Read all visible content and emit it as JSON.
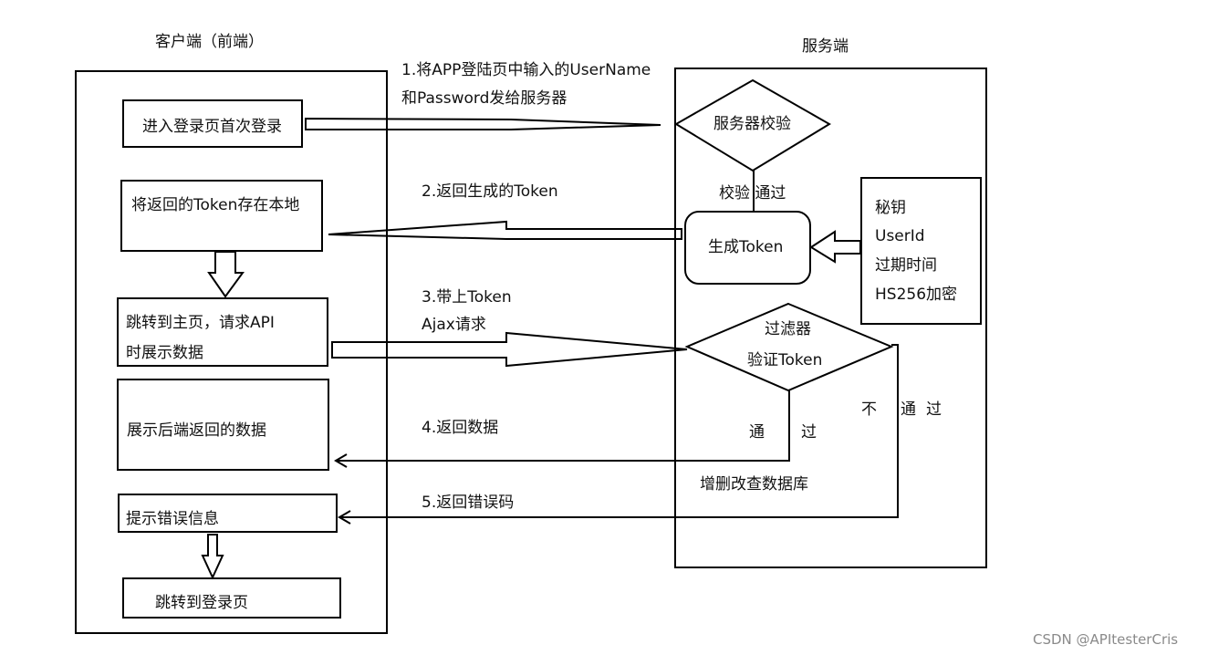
{
  "client_title": "客户端（前端）",
  "server_title": "服务端",
  "client_boxes": {
    "first_login": "进入登录页首次登录",
    "store_token": "将返回的Token存在本地",
    "home_line1": "跳转到主页，请求API",
    "home_line2": "时展示数据",
    "show_data": "展示后端返回的数据",
    "show_error": "提示错误信息",
    "goto_login": "跳转到登录页"
  },
  "server_nodes": {
    "server_verify": "服务器校验",
    "verify_pass": "校验 通过",
    "generate_token": "生成Token",
    "filter_line1": "过滤器",
    "filter_line2": "验证Token",
    "pass_left": "通",
    "pass_right": "过",
    "no_pass_1": "不",
    "no_pass_2": "通",
    "no_pass_3": "过",
    "crud_db": "增删改查数据库"
  },
  "token_params": [
    "秘钥",
    "UserId",
    "过期时间",
    "HS256加密"
  ],
  "flow_labels": {
    "step1_line1": "1.将APP登陆页中输入的UserName",
    "step1_line2": "和Password发给服务器",
    "step2": "2.返回生成的Token",
    "step3_line1": "3.带上Token",
    "step3_line2": "Ajax请求",
    "step4": "4.返回数据",
    "step5": "5.返回错误码"
  },
  "watermark": "CSDN @APItesterCris"
}
